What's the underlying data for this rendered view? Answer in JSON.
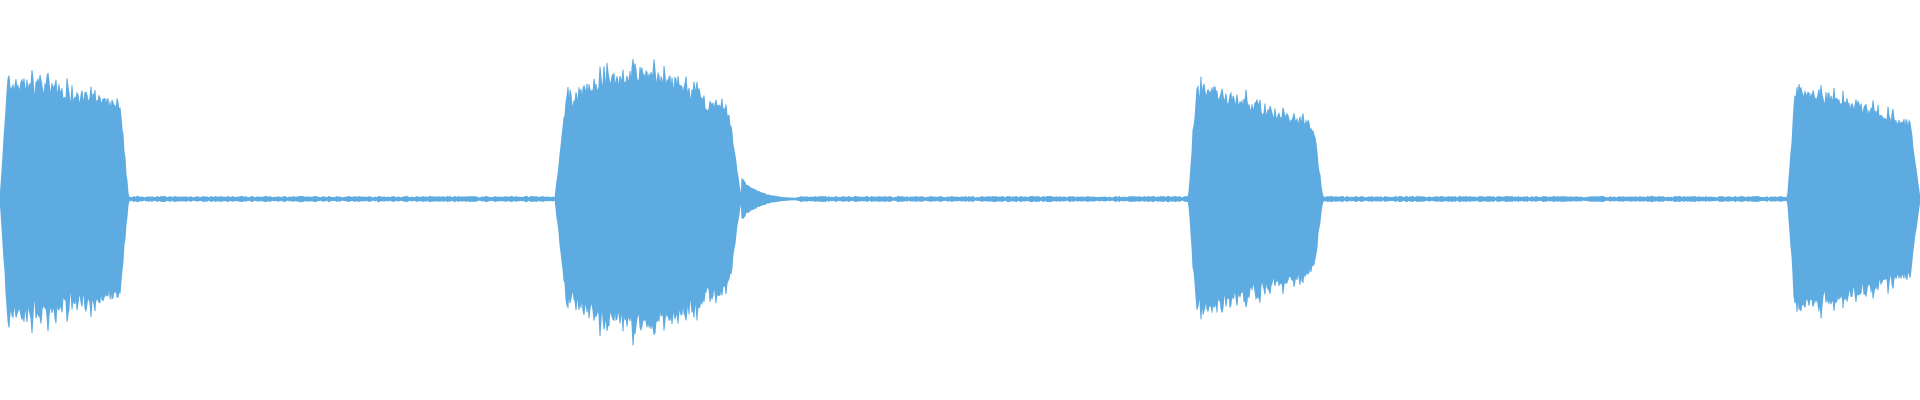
{
  "waveform": {
    "color": "#5dabe1",
    "background": "#ffffff",
    "amplitude_scale": 1.0,
    "segments": [
      {
        "type": "burst",
        "start": 0.0,
        "end": 0.067,
        "peak_amplitude": 0.92,
        "shape": "plateau-decay"
      },
      {
        "type": "silence",
        "start": 0.067,
        "end": 0.289,
        "noise_amplitude": 0.02
      },
      {
        "type": "burst",
        "start": 0.289,
        "end": 0.386,
        "peak_amplitude": 1.0,
        "shape": "swell"
      },
      {
        "type": "tail",
        "start": 0.386,
        "end": 0.415,
        "peak_amplitude": 0.18
      },
      {
        "type": "silence",
        "start": 0.415,
        "end": 0.619,
        "noise_amplitude": 0.02
      },
      {
        "type": "burst",
        "start": 0.619,
        "end": 0.689,
        "peak_amplitude": 0.87,
        "shape": "decay"
      },
      {
        "type": "silence",
        "start": 0.689,
        "end": 0.931,
        "noise_amplitude": 0.02
      },
      {
        "type": "burst",
        "start": 0.931,
        "end": 1.0,
        "peak_amplitude": 0.87,
        "shape": "decay"
      }
    ]
  }
}
